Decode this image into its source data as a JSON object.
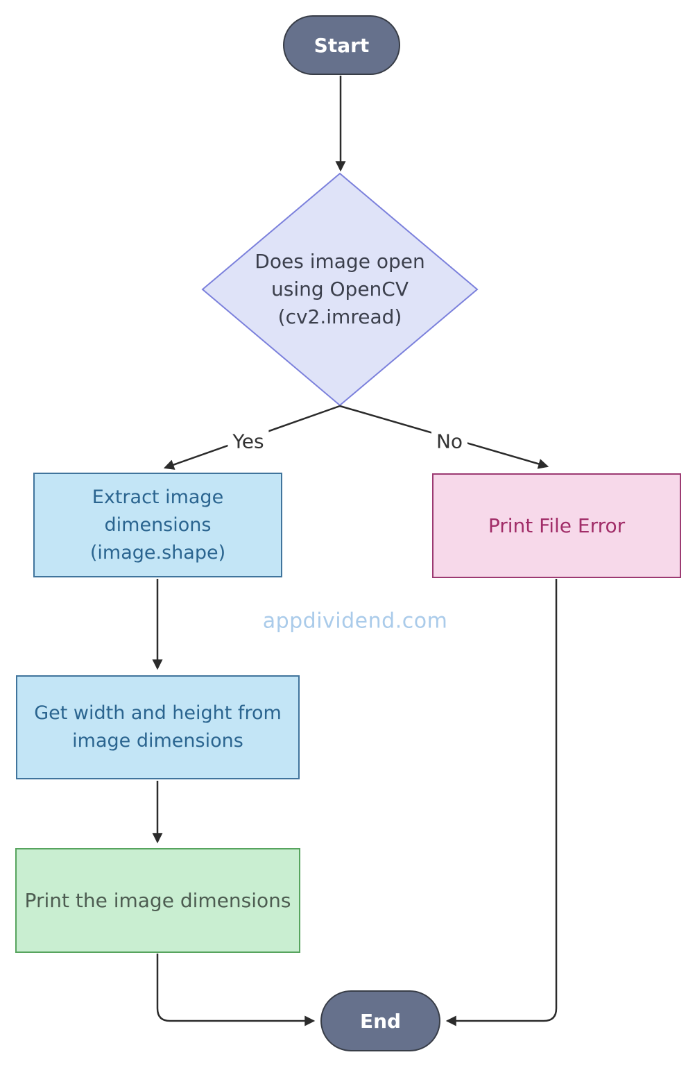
{
  "nodes": {
    "start": {
      "label": "Start",
      "type": "terminator"
    },
    "decision": {
      "label": "Does image open\nusing OpenCV\n(cv2.imread)",
      "type": "decision"
    },
    "extract": {
      "label": "Extract image\ndimensions\n(image.shape)",
      "type": "process"
    },
    "print_error": {
      "label": "Print File Error",
      "type": "process-error"
    },
    "get_wh": {
      "label": "Get width and height from\nimage dimensions",
      "type": "process"
    },
    "print_dims": {
      "label": "Print the image dimensions",
      "type": "process-success"
    },
    "end": {
      "label": "End",
      "type": "terminator"
    }
  },
  "edges": {
    "yes_label": "Yes",
    "no_label": "No"
  },
  "watermark": "appdividend.com",
  "colors": {
    "terminator_fill": "#66718c",
    "terminator_border": "#383d47",
    "terminator_text": "#ffffff",
    "decision_fill": "#dfe3f8",
    "decision_border": "#7b80dc",
    "decision_text": "#3b3f4c",
    "process_fill": "#c3e5f6",
    "process_border": "#40749c",
    "process_text": "#2a648f",
    "error_fill": "#f7d9ea",
    "error_border": "#9c3a72",
    "error_text": "#a12d68",
    "success_fill": "#c9eed1",
    "success_border": "#57a45e",
    "success_text": "#4d5c51",
    "connector": "#2b2b2b",
    "edge_label_text": "#333333",
    "watermark_text": "#aacbea"
  }
}
